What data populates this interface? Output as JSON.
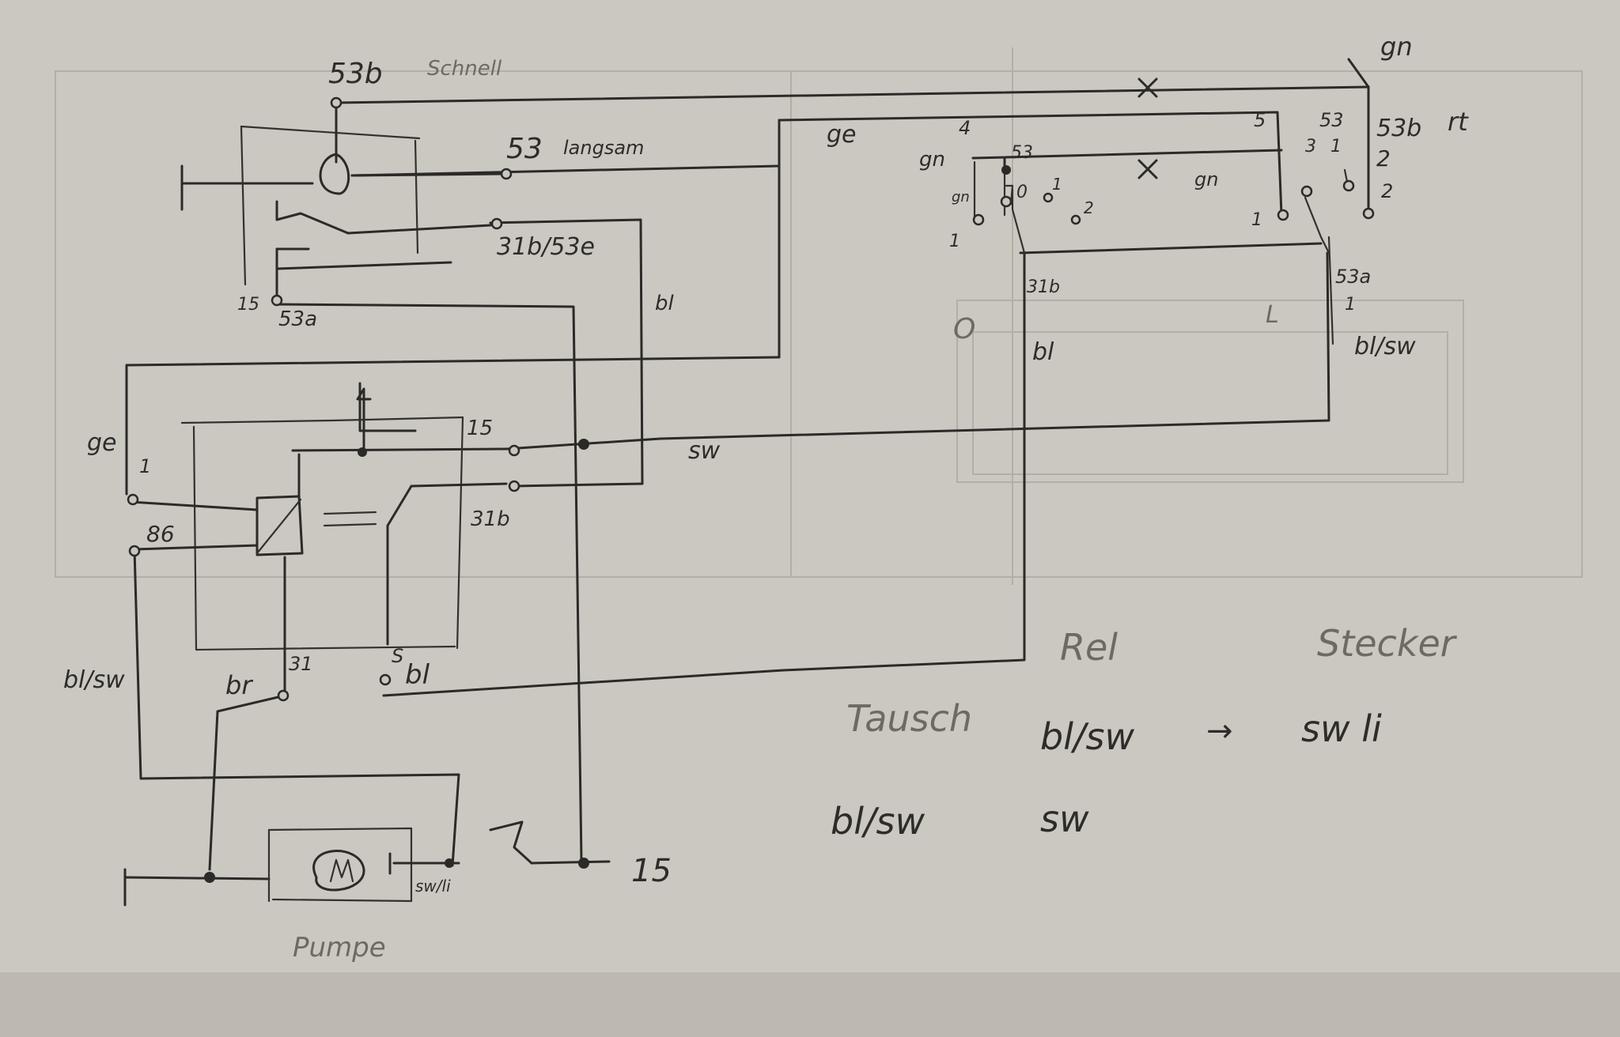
{
  "labels": {
    "t53b_top": "53b",
    "schnell": "Schnell",
    "t53_langsam": "53",
    "langsam": "langsam",
    "t31b_53e": "31b/53e",
    "t15_53a": "15",
    "t53a_bottom": "53a",
    "wire_bl_right": "bl",
    "wire_ge_left": "ge",
    "relay_pin_1": "1",
    "relay_pin_86": "86",
    "relay_pin_15": "15",
    "relay_pin_31b": "31b",
    "relay_pin_31": "31",
    "relay_pin_S": "S",
    "wire_sw": "sw",
    "wire_bl_relay": "bl",
    "wire_bl_sw_left": "bl/sw",
    "wire_br": "br",
    "pump_terminal": "sw/li",
    "pump_label": "Pumpe",
    "ign_15": "15",
    "wire_gn_top": "gn",
    "wire_rt": "rt",
    "wire_ge_top": "ge",
    "sw_pin_4": "4",
    "sw_pin_5": "5",
    "sw_53": "53",
    "sw_53_right": "53",
    "sw_53b_right": "53b",
    "wire_gn_mid": "gn",
    "wire_gn_mid2": "gn",
    "wire_gn_small": "gn",
    "sw_pin_3": "3",
    "sw_pin_1a": "1",
    "sw_pin_2a": "2",
    "sw_pin_2b": "2",
    "sw_pos_0": "0",
    "sw_pos_1": "1",
    "sw_pos_2": "2",
    "sw_pos_1b": "1",
    "sw_pin_1c": "1",
    "sw_31b": "31b",
    "sw_53a": "53a",
    "sw_53a_1": "1",
    "sw_O": "O",
    "sw_L": "L",
    "wire_bl_sw_right": "bl/sw",
    "wire_bl_switch": "bl",
    "legend_rel": "Rel",
    "legend_stecker": "Stecker",
    "legend_tausch": "Tausch",
    "legend_bl_sw_1": "bl/sw",
    "legend_arrow": "→",
    "legend_sw_li": "sw li",
    "legend_bl_sw_2": "bl/sw",
    "legend_sw": "sw"
  }
}
